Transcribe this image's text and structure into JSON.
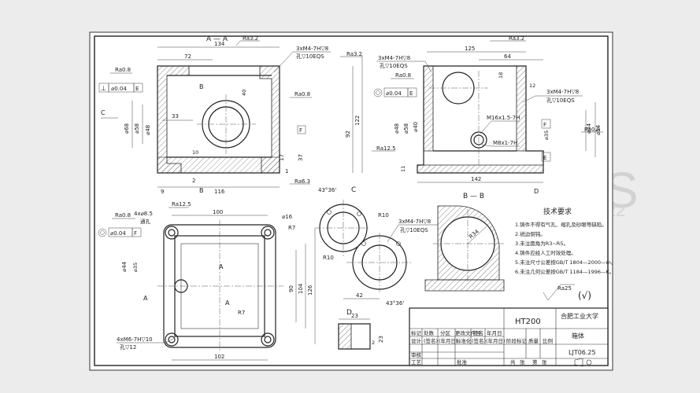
{
  "background_text": {
    "word": "S",
    "sub": "22"
  },
  "views": {
    "section_aa": {
      "label": "A — A",
      "dims": [
        "134",
        "72",
        "33",
        "10",
        "9",
        "116",
        "2",
        "40",
        "92",
        "122",
        "37",
        "17",
        "1",
        "⌀68",
        "⌀58",
        "⌀48"
      ],
      "roughness": [
        "Ra3.2",
        "Ra3.2",
        "Ra0.8",
        "Ra6.3",
        "Ra12.5",
        "Ra0.8"
      ],
      "callout": "3xM4-7H▽8",
      "callout2": "孔▽10EQS",
      "cut_B": "B"
    },
    "left_tol": {
      "ra": "Ra0.8",
      "frame": "⊥",
      "tol": "⌀0.04",
      "datum": "E"
    },
    "arrow_c": "C",
    "side_view": {
      "dims": [
        "125",
        "64",
        "142",
        "18",
        "12",
        "11",
        "⌀48",
        "⌀58",
        "⌀40",
        "⌀44",
        "⌀54",
        "⌀35"
      ],
      "threads": [
        "M16x1.5-7H",
        "M8x1-7H"
      ],
      "callout": "3xM4-7H▽8",
      "callout2": "孔▽10EQS",
      "roughness": [
        "Ra3.2",
        "Ra0.8",
        "Ra12.5",
        "Ra0.8"
      ],
      "tol": "⌀0.04",
      "datum": "E",
      "datum_f": "F",
      "cut_D": "D"
    },
    "top_view": {
      "dims": [
        "100",
        "⌀16",
        "R7",
        "4x⌀8.5",
        "通孔",
        "⌀44",
        "⌀35",
        "90",
        "104",
        "126",
        "R7",
        "102"
      ],
      "ra": "Ra12.5",
      "ra2": "Ra0.8",
      "tol": "⌀0.04",
      "datum": "F",
      "callout": "4xM6-7H▽10",
      "callout2": "孔▽12",
      "cut_A": "A"
    },
    "view_c": {
      "label": "C",
      "angle1": "43°36'",
      "angle2": "43°36'",
      "dims": [
        "R10",
        "R10",
        "42"
      ],
      "callout": "3xM4-7H▽8",
      "callout2": "孔▽10EQS"
    },
    "section_bb": {
      "label": "B — B",
      "radius": "R34"
    },
    "view_d": {
      "label": "D",
      "dims": [
        "23",
        "2",
        "23"
      ]
    }
  },
  "notes": {
    "title": "技术要求",
    "items": [
      "1.铸件不得有气孔、缩孔及砂眼等缺陷。",
      "2.锐边倒钝。",
      "3.未注圆角为R3~R5。",
      "4.铸件应经人工时效处理。",
      "5.未注尺寸公差按GB/T 1804—2000—m。",
      "6.未注几何公差按GB/T 1184—1996—K。"
    ],
    "roughness_all": "Ra25",
    "check": "(√)"
  },
  "title_block": {
    "material": "HT200",
    "school": "合肥工业大学",
    "part_name": "箱体",
    "drawing_no": "LJT06.25",
    "row1": [
      "标记",
      "处数",
      "分区",
      "更改文件号",
      "签名",
      "年月日"
    ],
    "row2": [
      "设计",
      "(签名)",
      "(年月日)",
      "标准化",
      "(签名)",
      "(年月日)"
    ],
    "row3": [
      "审核"
    ],
    "row4": [
      "工艺",
      "批准"
    ],
    "stage_labels": [
      "阶段标记",
      "质量",
      "比例"
    ],
    "sheet": [
      "共",
      "张",
      "第",
      "张"
    ]
  }
}
